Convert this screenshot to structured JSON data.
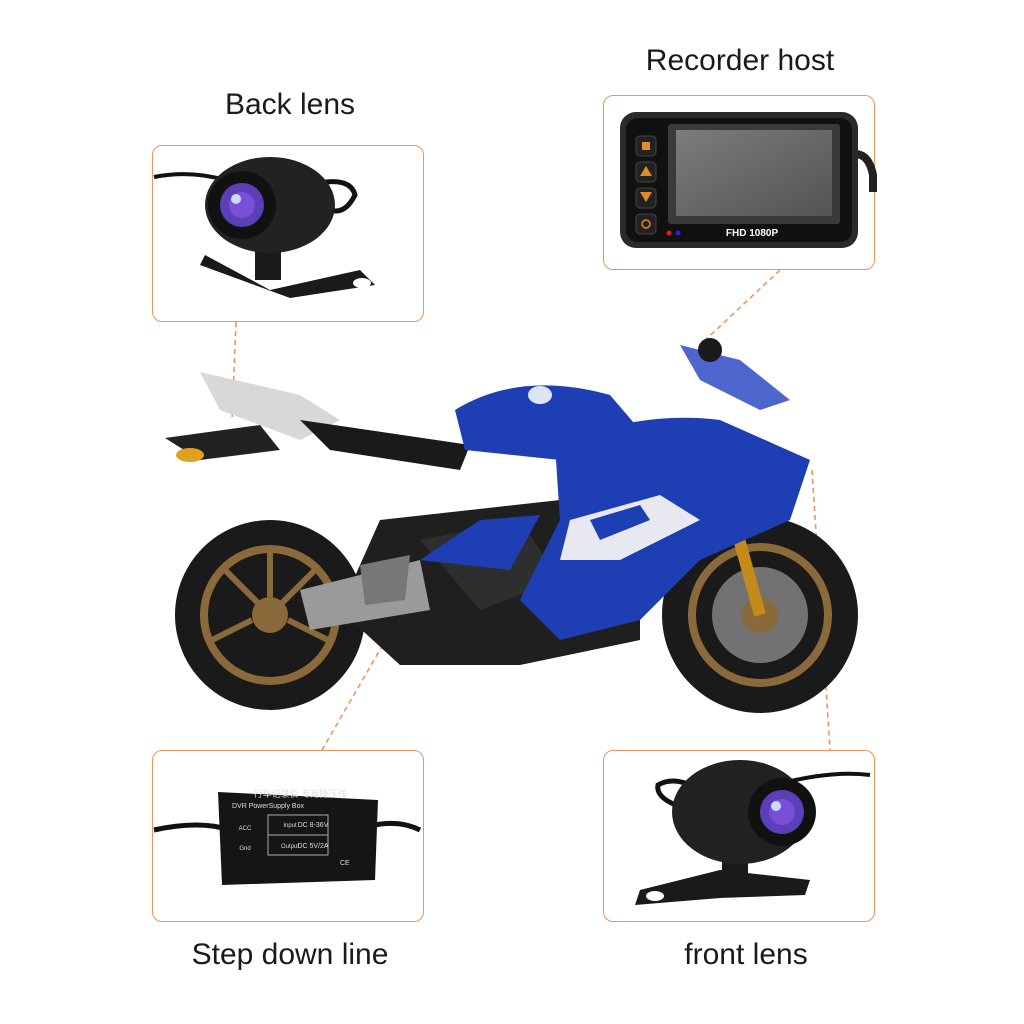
{
  "labels": {
    "back_lens": "Back lens",
    "recorder_host": "Recorder host",
    "step_down_line": "Step down line",
    "front_lens": "front lens"
  },
  "recorder_screen_text": "FHD 1080P",
  "step_down_box_text": {
    "chinese_title": "行车记录仪 专用降压线",
    "english_title": "DVR PowerSupply Box",
    "input": "DC 8-36V",
    "output": "DC 5V/2A",
    "input_label": "Input",
    "output_label": "Output",
    "acc_label": "ACC",
    "gnd_label": "Gnd"
  },
  "colors": {
    "frame_border": "#f0935a",
    "callout_line": "#f0935a",
    "motorcycle_body": "#1e3fb4",
    "lens_tint": "#7a4fd8"
  },
  "icons": [
    "back-lens-camera",
    "recorder-host-device",
    "motorcycle",
    "step-down-converter",
    "front-lens-camera"
  ]
}
